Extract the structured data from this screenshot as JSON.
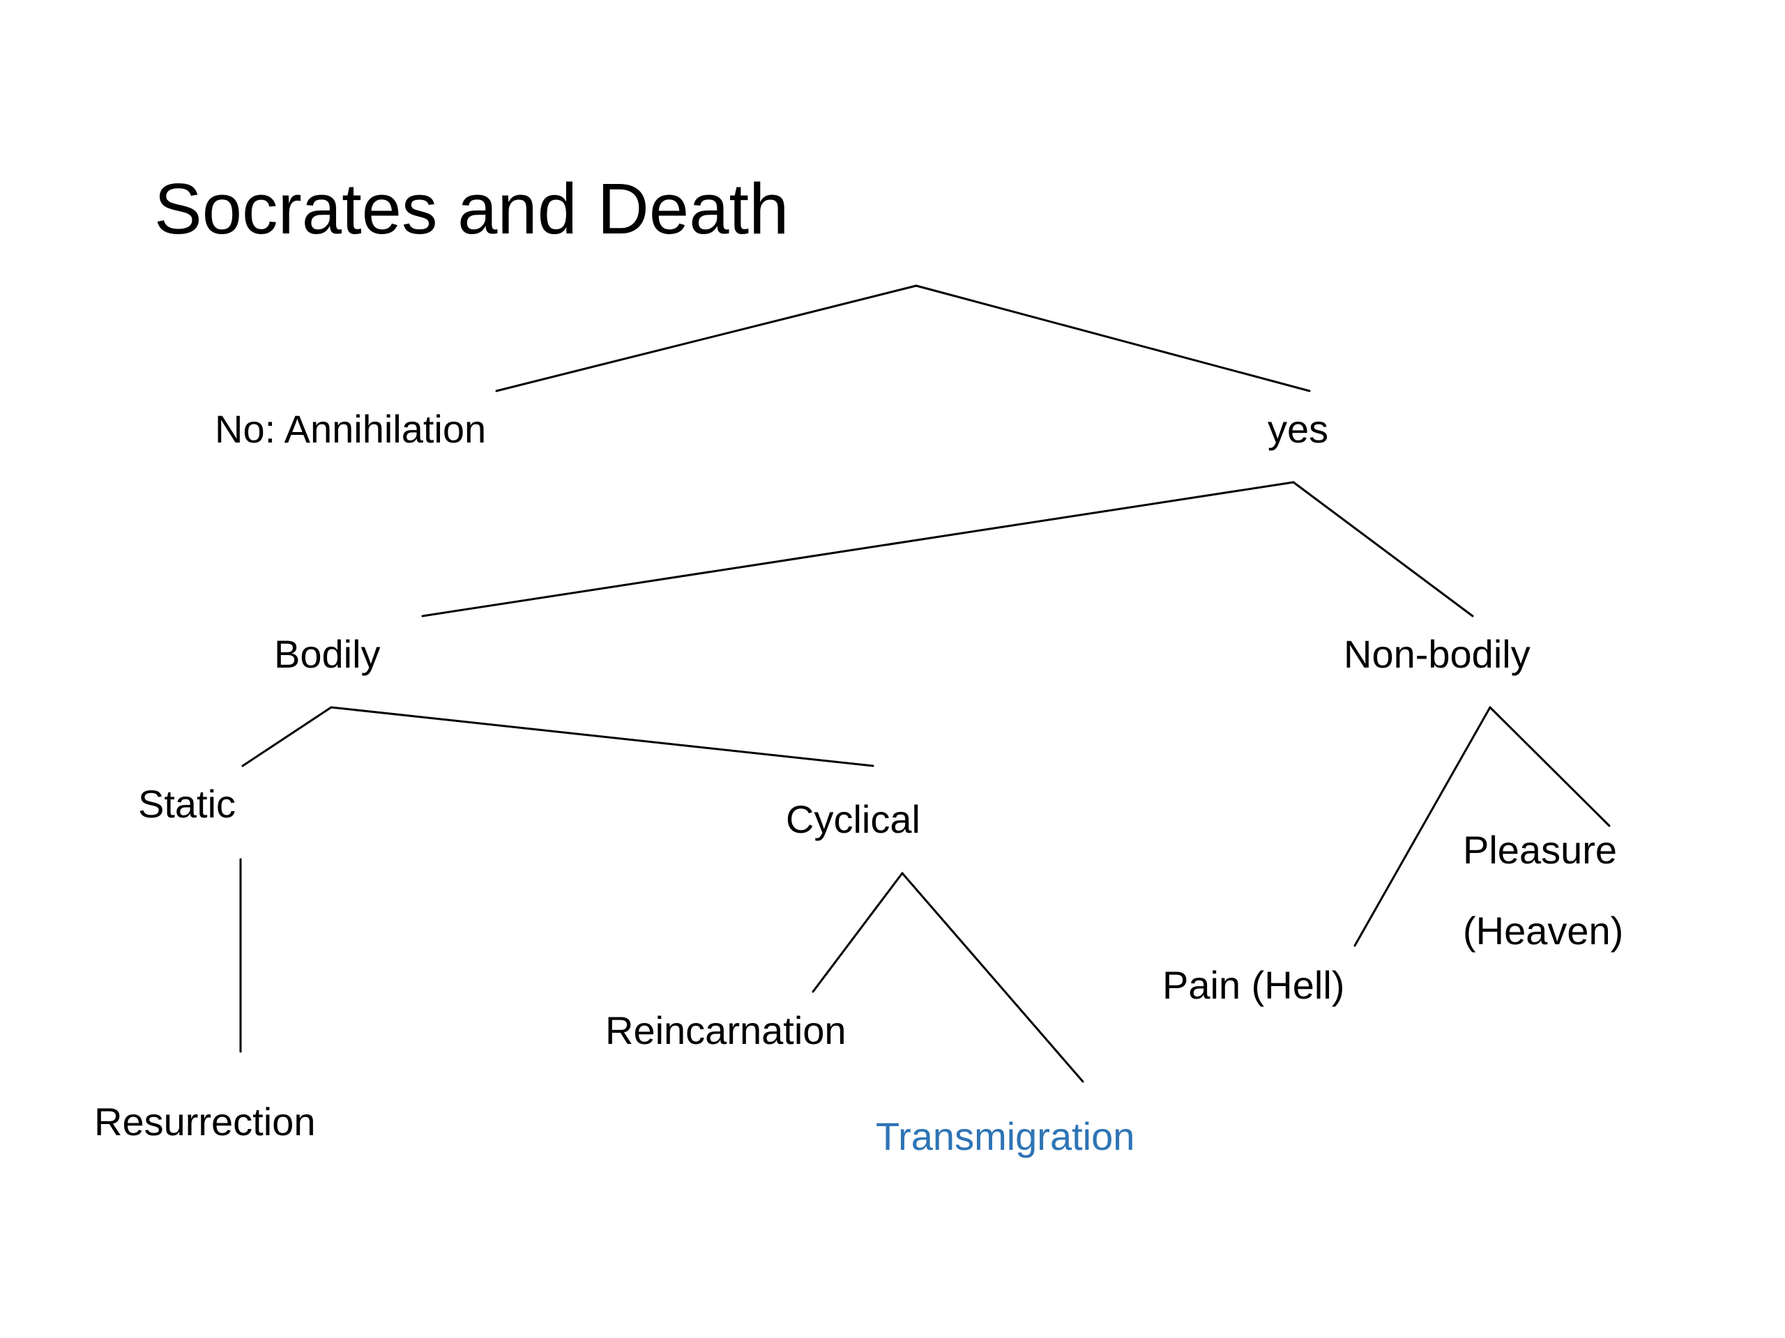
{
  "slide": {
    "title": "Socrates and Death"
  },
  "nodes": {
    "no_annihilation": "No: Annihilation",
    "yes": "yes",
    "bodily": "Bodily",
    "non_bodily": "Non-bodily",
    "static": "Static",
    "cyclical": "Cyclical",
    "resurrection": "Resurrection",
    "reincarnation": "Reincarnation",
    "transmigration": "Transmigration",
    "pleasure": "Pleasure",
    "heaven": "(Heaven)",
    "pain_hell": "Pain (Hell)"
  },
  "colors": {
    "text": "#000000",
    "accent": "#2e74b5",
    "background": "#ffffff"
  }
}
